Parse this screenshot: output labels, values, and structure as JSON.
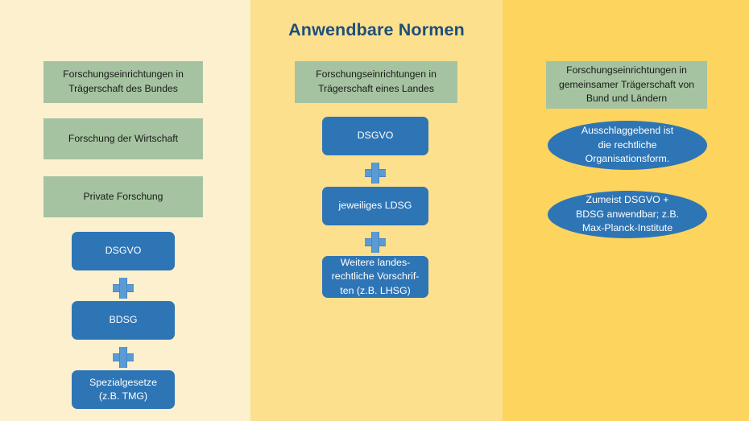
{
  "slide": {
    "title": "Anwendbare Normen",
    "title_color": "#1F4E79"
  },
  "colors": {
    "column_left_bg": "#FDF0CE",
    "column_middle_bg": "#FCE08E",
    "column_right_bg": "#FCD45E",
    "green_box": "#A5C3A0",
    "blue_box": "#2E75B6",
    "plus_icon": "#5B9BD5",
    "green_box_text": "#1A1A1A",
    "blue_box_text": "#FFFFFF"
  },
  "columns": {
    "left": {
      "name": "Forschungseinrichtungen in Trägerschaft des Bundes",
      "green_boxes": [
        {
          "label": "Forschungseinrichtungen in\nTrägerschaft des Bundes"
        },
        {
          "label": "Forschung der Wirtschaft"
        },
        {
          "label": "Private Forschung"
        }
      ],
      "norms": [
        {
          "label": "DSGVO"
        },
        {
          "label": "BDSG"
        },
        {
          "label": "Spezialgesetze\n(z.B. TMG)"
        }
      ],
      "connector": "plus-icon"
    },
    "middle": {
      "green_boxes": [
        {
          "label": "Forschungseinrichtungen in\nTrägerschaft eines Landes"
        }
      ],
      "norms": [
        {
          "label": "DSGVO"
        },
        {
          "label": "jeweiliges LDSG"
        },
        {
          "label": "Weitere landes-\nrechtliche Vorschrif-\nten (z.B. LHSG)"
        }
      ],
      "connector": "plus-icon"
    },
    "right": {
      "green_boxes": [
        {
          "label": "Forschungseinrichtungen in\ngemeinsamer Trägerschaft von\nBund und Ländern"
        }
      ],
      "ellipses": [
        {
          "label": "Ausschlaggebend ist\ndie rechtliche\nOrganisationsform."
        },
        {
          "label": "Zumeist DSGVO +\nBDSG anwendbar; z.B.\nMax-Planck-Institute"
        }
      ]
    }
  }
}
